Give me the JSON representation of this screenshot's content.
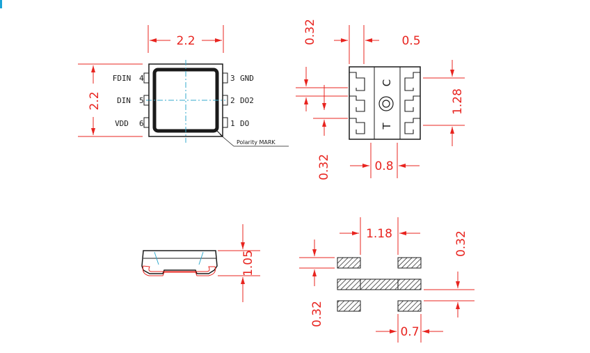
{
  "colors": {
    "dimension": "#e8241f",
    "outline": "#1a1a1a",
    "centerline": "#33aacc",
    "accent": "#1aa3d6"
  },
  "top_view": {
    "width_dim": "2.2",
    "height_dim": "2.2",
    "pins_left": [
      {
        "name": "FDIN",
        "num": "4"
      },
      {
        "name": "DIN",
        "num": "5"
      },
      {
        "name": "VDD",
        "num": "6"
      }
    ],
    "pins_right": [
      {
        "num": "3",
        "name": "GND"
      },
      {
        "num": "2",
        "name": "DO2"
      },
      {
        "num": "1",
        "name": "DO"
      }
    ],
    "polarity_label": "Polarity MARK"
  },
  "bottom_view": {
    "pad_width_dim": "0.32",
    "edge_dim": "0.5",
    "pad_height_dim": "0.32",
    "pad_span_dim": "1.28",
    "pitch_dim": "0.8",
    "marks": [
      "C",
      "T"
    ]
  },
  "side_view": {
    "height_dim": "1.05"
  },
  "footprint": {
    "top_dim": "1.18",
    "right_dim": "0.32",
    "left_dim": "0.32",
    "bottom_dim": "0.7"
  }
}
